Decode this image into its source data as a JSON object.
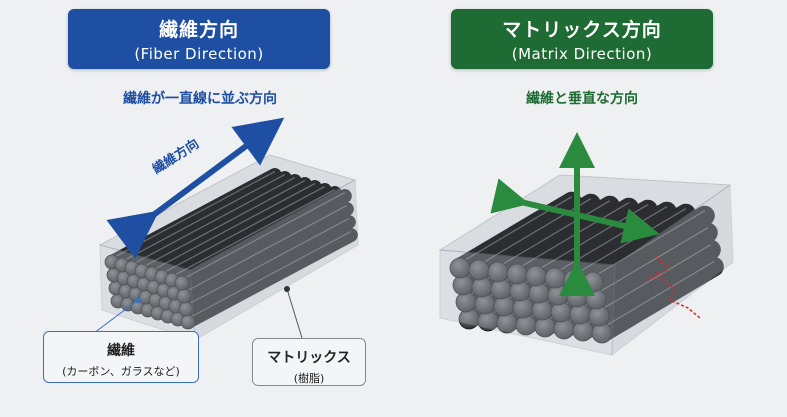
{
  "fiber": {
    "title": "繊維方向",
    "subtitle": "(Fiber Direction)",
    "description": "繊維が一直線に並ぶ方向",
    "arrow_label": "繊維方向",
    "callout_fiber_title": "繊維",
    "callout_fiber_sub": "(カーボン、ガラスなど)",
    "callout_matrix_title": "マトリックス",
    "callout_matrix_sub": "(樹脂)"
  },
  "matrix": {
    "title": "マトリックス方向",
    "subtitle": "(Matrix Direction)",
    "description": "繊維と垂直な方向"
  },
  "colors": {
    "fiber_blue": "#1f4fa3",
    "matrix_green": "#1e6b33",
    "crack_red": "#d42a2a"
  }
}
